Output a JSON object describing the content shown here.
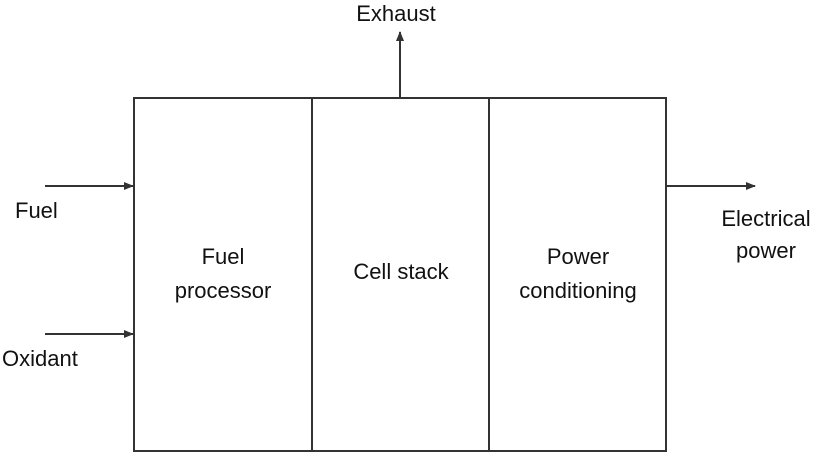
{
  "diagram": {
    "title": "Fuel cell system block diagram",
    "colors": {
      "line": "#333333",
      "text": "#111111",
      "background": "#ffffff"
    },
    "blocks": [
      {
        "id": "fuel-processor",
        "lines": [
          "Fuel",
          "processor"
        ]
      },
      {
        "id": "cell-stack",
        "lines": [
          "Cell stack"
        ]
      },
      {
        "id": "power-conditioning",
        "lines": [
          "Power",
          "conditioning"
        ]
      }
    ],
    "inputs": [
      {
        "id": "fuel",
        "label": "Fuel",
        "target": "fuel-processor"
      },
      {
        "id": "oxidant",
        "label": "Oxidant",
        "target": "fuel-processor"
      }
    ],
    "outputs": [
      {
        "id": "exhaust",
        "lines": [
          "Exhaust"
        ],
        "source": "cell-stack"
      },
      {
        "id": "electrical-power",
        "lines": [
          "Electrical",
          "power"
        ],
        "source": "power-conditioning"
      }
    ]
  }
}
